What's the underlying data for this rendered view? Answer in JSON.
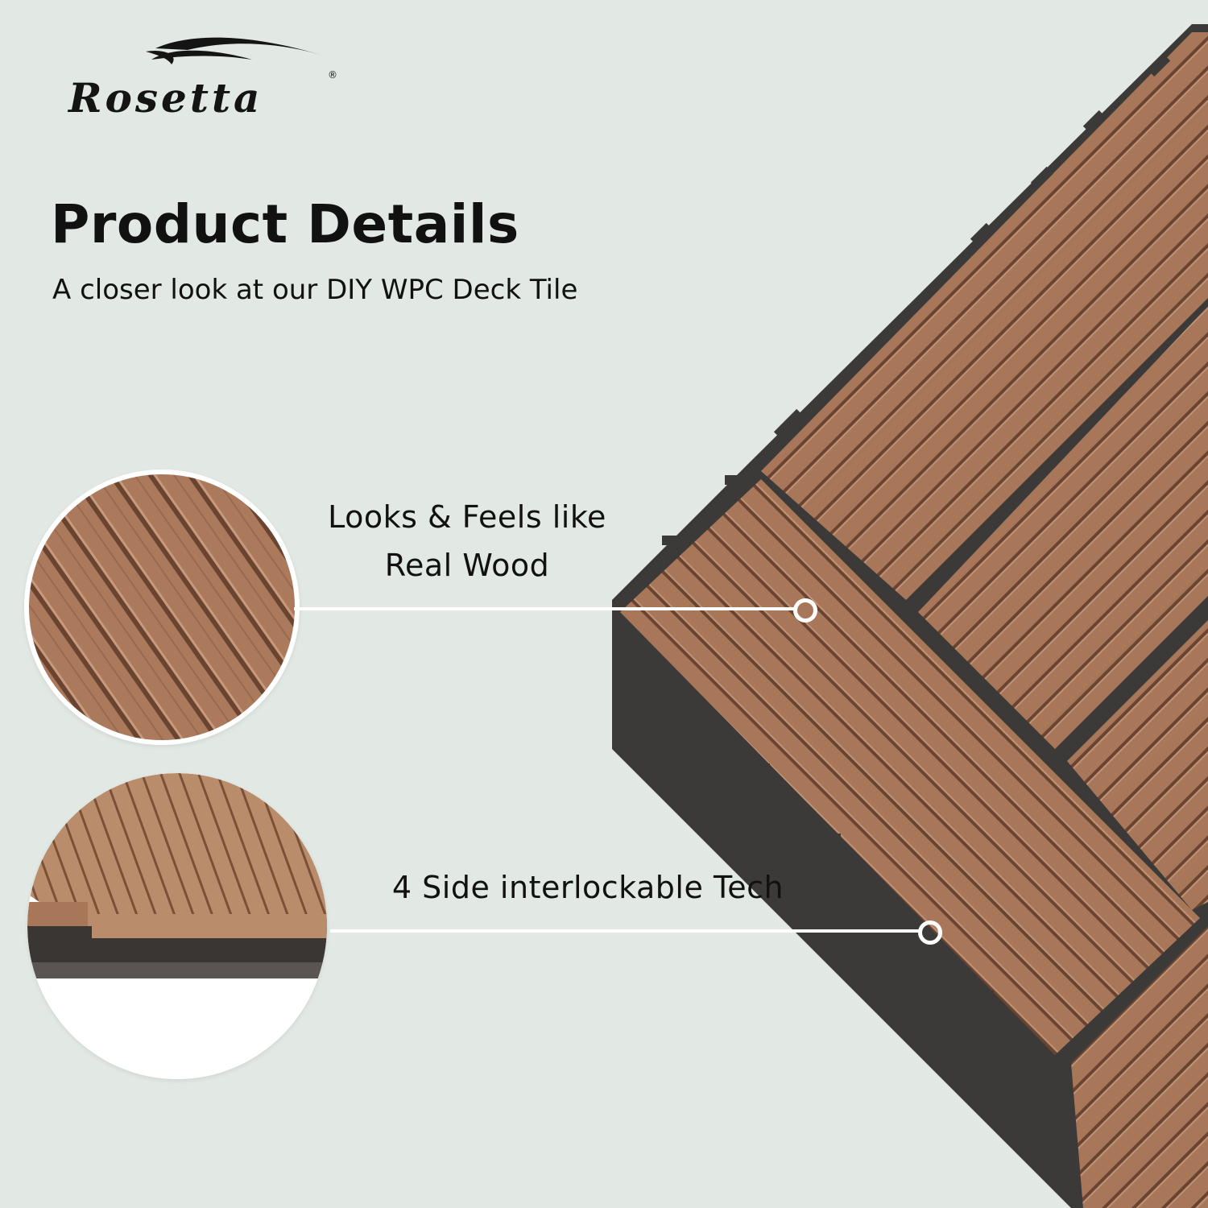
{
  "brand": {
    "name": "Rosetta",
    "registered_mark": "®"
  },
  "header": {
    "title": "Product Details",
    "subtitle": "A closer look at our DIY WPC Deck Tile"
  },
  "features": [
    {
      "line1": "Looks & Feels like",
      "line2": "Real Wood"
    },
    {
      "line1": "4 Side interlockable Tech"
    }
  ],
  "colors": {
    "background": "#e2e8e4",
    "wood": "#a8775a",
    "wood_groove": "#6b4431",
    "base_plastic": "#3c3a38",
    "callout": "#ffffff"
  }
}
